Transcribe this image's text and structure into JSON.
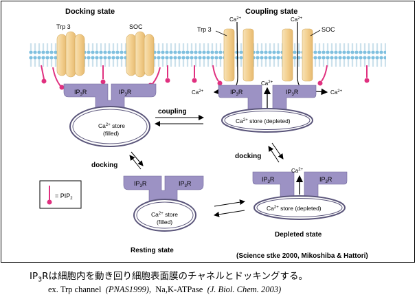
{
  "diagram": {
    "titles": {
      "docking_state": "Docking state",
      "coupling_state": "Coupling state",
      "resting_state": "Resting state",
      "depleted_state": "Depleted state"
    },
    "labels": {
      "trp3_left": "Trp 3",
      "soc_left": "SOC",
      "trp3_right": "Trp 3",
      "soc_right": "SOC",
      "ip3r": "IP",
      "ip3r_sub": "3",
      "ip3r_tail": "R",
      "ca": "Ca",
      "ca_sup": "2+",
      "store_filled_1": "store",
      "store_filled_2": "(filled)",
      "store_depleted": "store (depleted)",
      "coupling_arrow": "coupling",
      "docking_left": "docking",
      "docking_right": "docking",
      "legend_pip2": "= PIP",
      "legend_pip2_sub": "2",
      "citation": "(Science stke 2000, Mikoshiba & Hattori)"
    },
    "colors": {
      "membrane": "#7fc0df",
      "channel": "#f3cf8e",
      "ip3r": "#9c92c4",
      "pip2": "#e0307f"
    }
  },
  "caption": {
    "line1_a": "IP",
    "line1_sub": "3",
    "line1_b": "Rは細胞内を動き回り細胞表面膜のチャネルとドッキングする。",
    "line2_prefix": "ex. Trp channel",
    "line2_ref1": "(PNAS1999),",
    "line2_mid": "Na,K-ATPase",
    "line2_ref2": "(J. Biol. Chem. 2003)"
  }
}
